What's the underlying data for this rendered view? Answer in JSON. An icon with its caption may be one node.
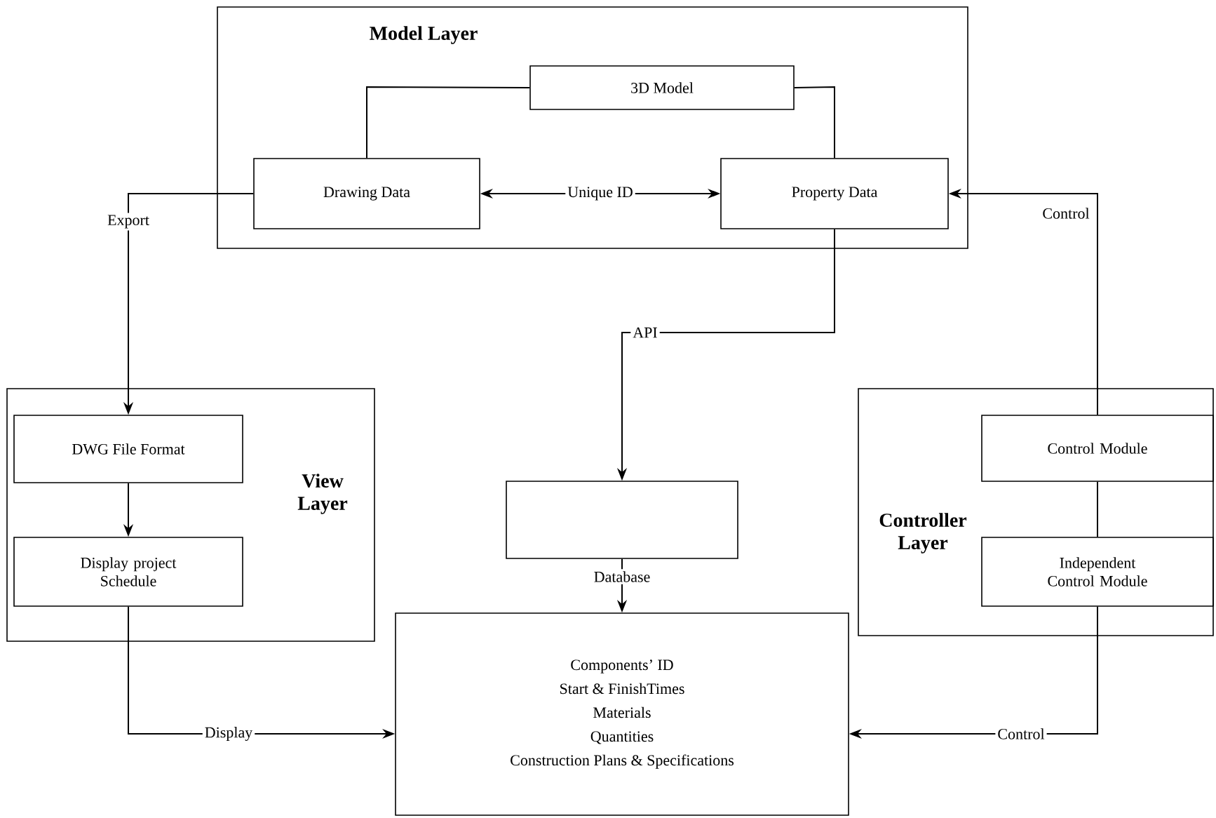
{
  "diagram": {
    "nodes": [
      {
        "text": [
          "Model Layer"
        ]
      },
      {
        "text": [
          "3D Model"
        ],
        "in": 0
      },
      {
        "text": [
          "Drawing Data"
        ],
        "in": 0
      },
      {
        "text": [
          "Property Data"
        ],
        "in": 0
      },
      {
        "text": [
          "View Layer"
        ]
      },
      {
        "text": [
          "DWG File Format"
        ],
        "in": 4
      },
      {
        "text": [
          "Display project Schedule"
        ],
        "in": 4
      },
      {
        "text": [],
        "shape": "box"
      },
      {
        "text": [
          "Controller Layer"
        ]
      },
      {
        "text": [
          "Control Module"
        ],
        "in": 8
      },
      {
        "text": [
          "Independent Control Module"
        ],
        "in": 8
      },
      {
        "text": [
          "Components’ ID",
          "Start & FinishTimes",
          "Materials",
          "Quantities",
          "Construction Plans & Specifications"
        ]
      }
    ],
    "edges": [
      {
        "from": 1,
        "to": 2,
        "arrow": "none"
      },
      {
        "from": 1,
        "to": 3,
        "arrow": "none"
      },
      {
        "from": 2,
        "to": 3,
        "arrow": "both",
        "label": "Unique ID"
      },
      {
        "from": 2,
        "to": 5,
        "arrow": "to",
        "label": "Export"
      },
      {
        "from": 3,
        "to": 7,
        "arrow": "to",
        "label": "API"
      },
      {
        "from": 9,
        "to": 3,
        "arrow": "to",
        "label": "Control"
      },
      {
        "from": 5,
        "to": 6,
        "arrow": "to"
      },
      {
        "from": 7,
        "to": 11,
        "arrow": "to",
        "label": "Database"
      },
      {
        "from": 6,
        "to": 11,
        "arrow": "to",
        "label": "Display"
      },
      {
        "from": 9,
        "to": 10,
        "arrow": "none"
      },
      {
        "from": 10,
        "to": 11,
        "arrow": "to",
        "label": "Control"
      }
    ]
  }
}
